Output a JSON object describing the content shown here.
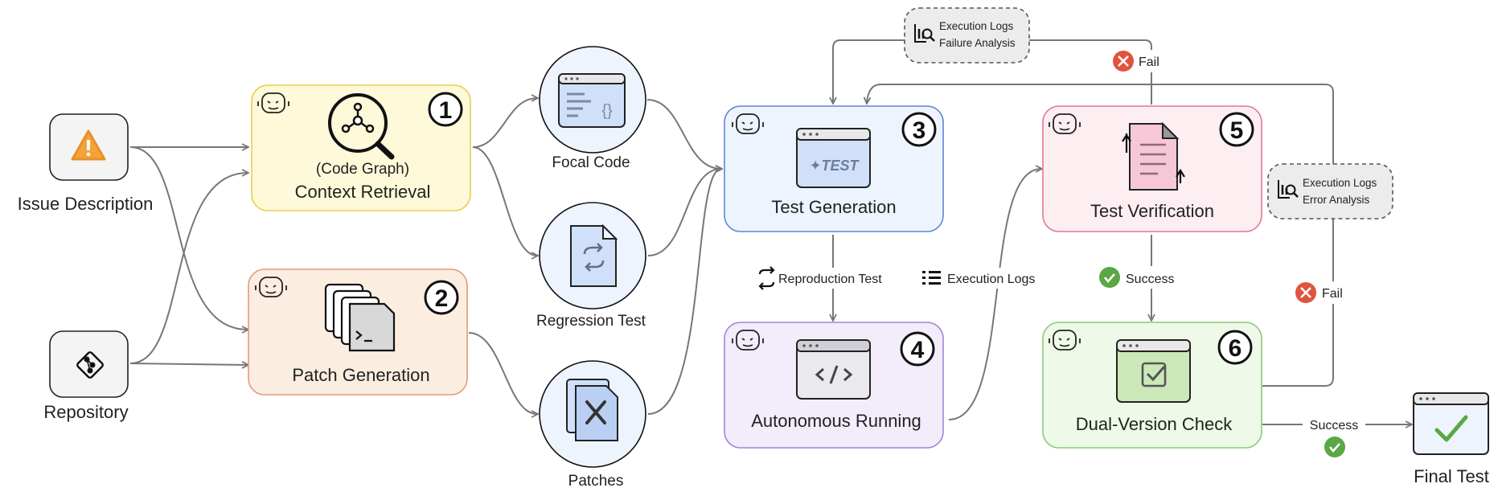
{
  "inputs": {
    "issue_label": "Issue Description",
    "repo_label": "Repository"
  },
  "stage1": {
    "number": "1",
    "subtitle": "(Code Graph)",
    "title": "Context Retrieval"
  },
  "stage2": {
    "number": "2",
    "title": "Patch Generation"
  },
  "artifacts": {
    "focal": "Focal Code",
    "regression": "Regression Test",
    "patches": "Patches"
  },
  "stage3": {
    "number": "3",
    "title": "Test Generation",
    "icon_text": "✦TEST"
  },
  "stage4": {
    "number": "4",
    "title": "Autonomous Running"
  },
  "stage5": {
    "number": "5",
    "title": "Test Verification"
  },
  "stage6": {
    "number": "6",
    "title": "Dual-Version Check"
  },
  "edges": {
    "reproduction": "Reproduction Test",
    "exec_logs": "Execution Logs",
    "success_mid": "Success",
    "fail_top": "Fail",
    "fail_right": "Fail",
    "success_final": "Success"
  },
  "notes": {
    "failure_line1": "Execution Logs",
    "failure_line2": "Failure Analysis",
    "error_line1": "Execution Logs",
    "error_line2": "Error Analysis"
  },
  "final_label": "Final Test",
  "colors": {
    "stage1": "#fdf9d9",
    "stage1_border": "#e8cf4e",
    "stage2": "#fbeee0",
    "stage2_border": "#e49a7a",
    "stage3": "#eef4fd",
    "stage3_border": "#5b86d6",
    "stage4": "#f2ecfb",
    "stage4_border": "#9d86d9",
    "stage5": "#fdeef2",
    "stage5_border": "#e37796",
    "stage6": "#eef9e8",
    "stage6_border": "#8cc97a",
    "success": "#3fa34d",
    "fail": "#e0533f"
  }
}
